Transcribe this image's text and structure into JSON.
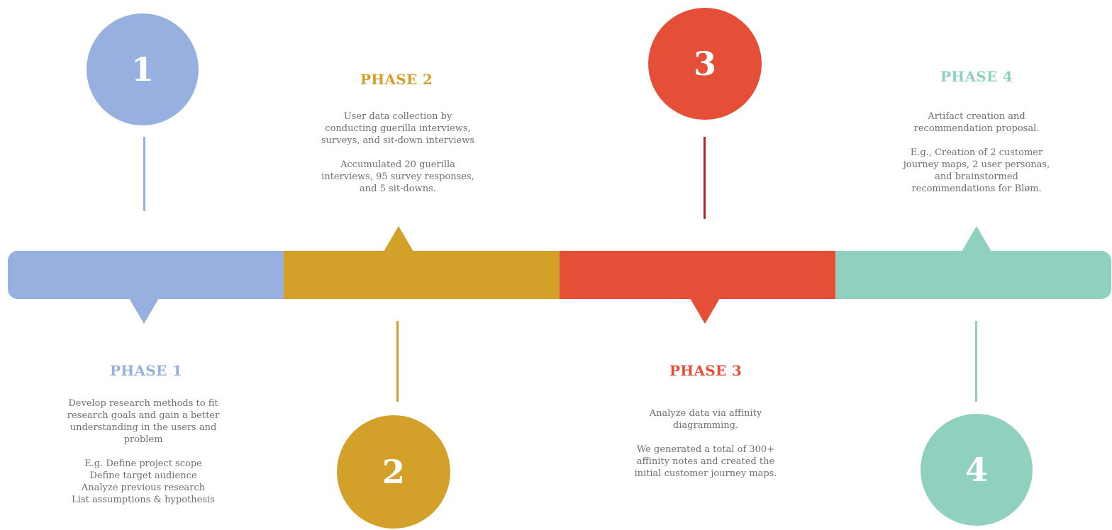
{
  "colors": {
    "phase1": "#98b0df",
    "phase2": "#d3a02a",
    "phase3": "#e54e37",
    "phase3_line": "#c81e1e",
    "phase4": "#8fd0bf",
    "body_text": "#6f6f6f"
  },
  "phases": [
    {
      "number": "1",
      "title": "PHASE 1",
      "paragraphs": [
        [
          "Develop research methods to fit",
          "research goals and gain a better",
          "understanding in the users and",
          "problem"
        ],
        [
          "E.g. Define project scope",
          "Define target audience",
          "Analyze previous research",
          "List assumptions & hypothesis"
        ]
      ]
    },
    {
      "number": "2",
      "title": "PHASE 2",
      "paragraphs": [
        [
          "User data collection by",
          "conducting guerilla interviews,",
          "surveys, and sit-down interviews"
        ],
        [
          "Accumulated 20 guerilla",
          "interviews, 95 survey responses,",
          "and 5 sit-downs."
        ]
      ]
    },
    {
      "number": "3",
      "title": "PHASE 3",
      "paragraphs": [
        [
          "Analyze data via affinity",
          "diagramming."
        ],
        [
          "We generated a total of 300+",
          "affinity notes and created the",
          "initial customer journey maps."
        ]
      ]
    },
    {
      "number": "4",
      "title": "PHASE 4",
      "paragraphs": [
        [
          "Artifact creation and",
          "recommendation proposal."
        ],
        [
          "E.g., Creation of 2 customer",
          "journey maps, 2 user personas,",
          "and brainstormed",
          "recommendations for Bløm."
        ]
      ]
    }
  ]
}
